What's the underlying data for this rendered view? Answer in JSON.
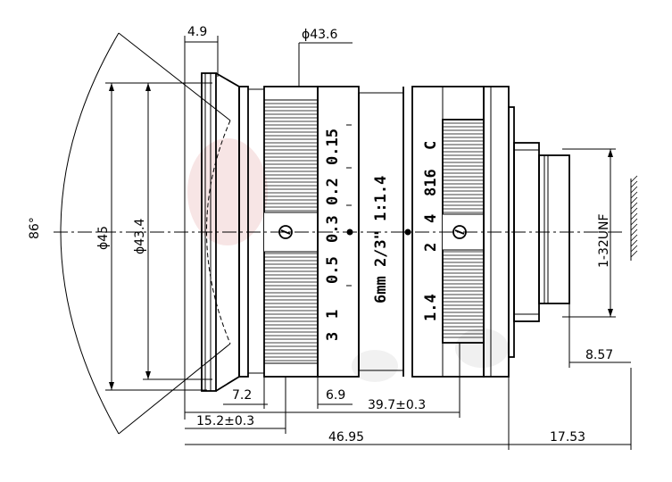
{
  "dimensions": {
    "angle": "86°",
    "outer_diameter": "ϕ45",
    "inner_diameter": "ϕ43.4",
    "ring_diameter": "ϕ43.6",
    "front_width": "4.9",
    "thread": "1-32UNF",
    "flange_offset": "8.57",
    "focus_ring_width": "7.2",
    "ring_gap": "6.9",
    "body_length": "39.7±0.3",
    "front_length": "15.2±0.3",
    "total_length": "46.95",
    "flange_back": "17.53"
  },
  "engraving": {
    "focus_scale": [
      "3",
      "1",
      "0.5",
      "0.3",
      "0.2",
      "0.15"
    ],
    "model": "6mm 2/3\" 1:1.4",
    "iris_scale": [
      "1.4",
      "2",
      "4",
      "816",
      "C"
    ]
  },
  "colors": {
    "line": "#000000",
    "watermark": "#f1d6d6"
  }
}
